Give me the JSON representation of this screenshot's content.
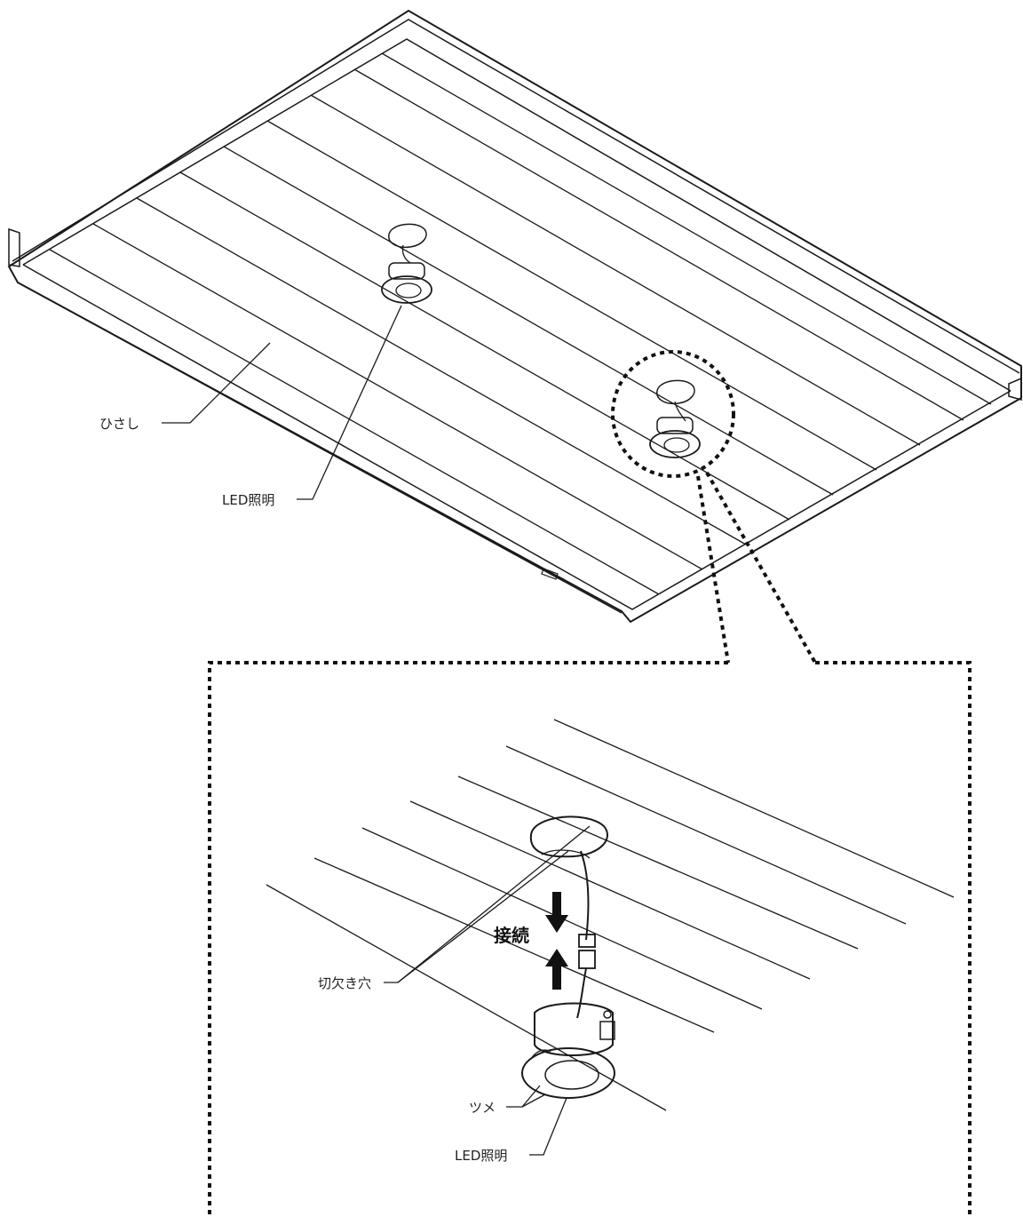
{
  "labels": {
    "hisashi": "ひさし",
    "led_top": "LED照明",
    "connect": "接続",
    "notch_hole": "切欠き穴",
    "tab": "ツメ",
    "led_detail": "LED照明"
  }
}
